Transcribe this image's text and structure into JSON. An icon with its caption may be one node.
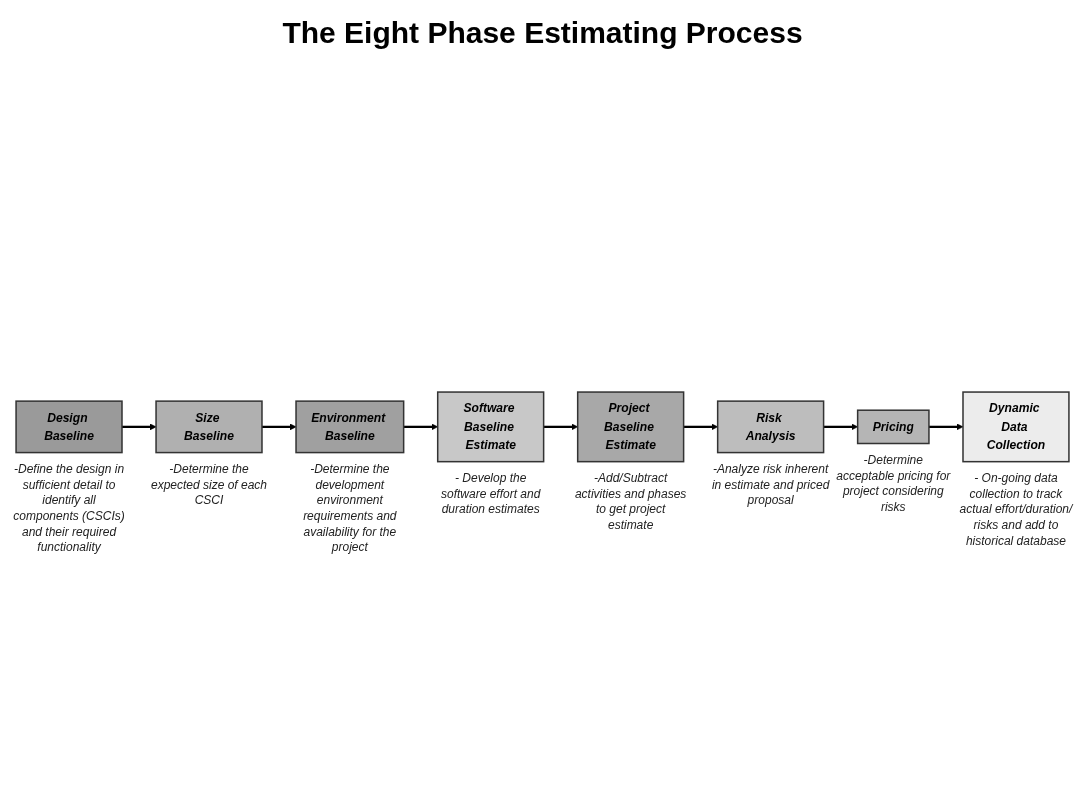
{
  "diagram": {
    "title": "The Eight Phase Estimating Process",
    "nodes": [
      {
        "text": [
          "Design Baseline"
        ],
        "beside": [
          "-Define the design in sufficient detail to identify all components (CSCIs) and their required functionality"
        ]
      },
      {
        "text": [
          "Size Baseline"
        ],
        "beside": [
          "-Determine the expected size of each CSCI"
        ]
      },
      {
        "text": [
          "Environment Baseline"
        ],
        "beside": [
          "-Determine the development environment requirements and availability for the project"
        ]
      },
      {
        "text": [
          "Software Baseline Estimate"
        ],
        "beside": [
          "- Develop the software effort and duration estimates"
        ]
      },
      {
        "text": [
          "Project Baseline Estimate"
        ],
        "beside": [
          "-Add/Subtract activities and phases to get project estimate"
        ]
      },
      {
        "text": [
          "Risk Analysis"
        ],
        "beside": [
          "-Analyze risk inherent in estimate and priced proposal"
        ]
      },
      {
        "text": [
          "Pricing"
        ],
        "beside": [
          "-Determine acceptable pricing for project considering risks"
        ]
      },
      {
        "text": [
          "Dynamic Data Collection"
        ],
        "beside": [
          "- On-going data collection to track actual effort/duration/ risks and add to historical database"
        ]
      }
    ],
    "edges": [
      {
        "from": 0,
        "to": 1,
        "arrow": "to"
      },
      {
        "from": 1,
        "to": 2,
        "arrow": "to"
      },
      {
        "from": 2,
        "to": 3,
        "arrow": "to"
      },
      {
        "from": 3,
        "to": 4,
        "arrow": "to"
      },
      {
        "from": 4,
        "to": 5,
        "arrow": "to"
      },
      {
        "from": 5,
        "to": 6,
        "arrow": "to"
      },
      {
        "from": 6,
        "to": 7,
        "arrow": "to"
      }
    ]
  }
}
